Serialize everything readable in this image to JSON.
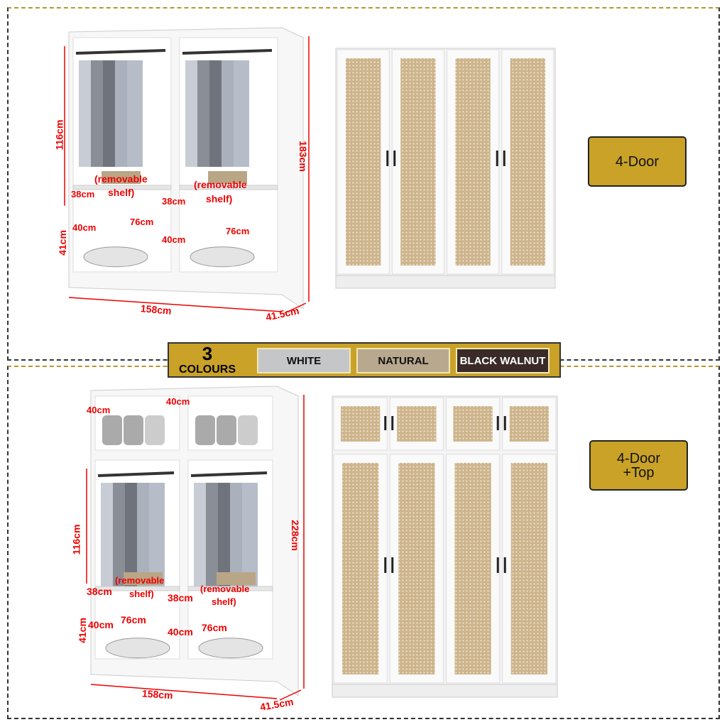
{
  "colours": {
    "count": "3",
    "label": "COLOURS",
    "options": [
      {
        "name": "WHITE",
        "color": "#c4c6c8",
        "text": "#111"
      },
      {
        "name": "NATURAL",
        "color": "#b8a88e",
        "text": "#111"
      },
      {
        "name": "BLACK WALNUT",
        "color": "#3a2a28",
        "text": "#fff"
      }
    ]
  },
  "top": {
    "label": "4-Door",
    "dims": {
      "hang": "116cm",
      "height": "183cm",
      "shelf_note_1": "(removable",
      "shelf_note_2": "shelf)",
      "shelf_depth": "38cm",
      "shelf_width": "76cm",
      "low_depth": "40cm",
      "low_height": "41cm",
      "width": "158cm",
      "depth": "41.5cm"
    }
  },
  "bottom": {
    "label_1": "4-Door",
    "label_2": "+Top",
    "dims": {
      "top_depth": "40cm",
      "hang": "116cm",
      "height": "228cm",
      "shelf_note_1": "(removable",
      "shelf_note_2": "shelf)",
      "shelf_depth": "38cm",
      "shelf_width": "76cm",
      "low_depth": "40cm",
      "low_height": "41cm",
      "width": "158cm",
      "depth": "41.5cm"
    }
  },
  "accent": "#c9a227",
  "dim_color": "#e00000"
}
